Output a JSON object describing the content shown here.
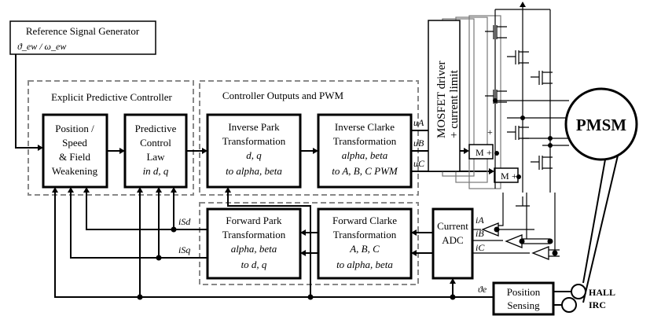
{
  "ref_gen": {
    "title": "Reference Signal Generator",
    "signals": "ϑ_ew / ω_ew"
  },
  "group_controller": "Explicit Predictive Controller",
  "group_outputs": "Controller Outputs and PWM",
  "block_position": [
    "Position /",
    "Speed",
    "& Field",
    "Weakening"
  ],
  "block_predictive": [
    "Predictive",
    "Control",
    "Law",
    "in d, q"
  ],
  "block_inv_park": [
    "Inverse Park",
    "Transformation",
    "d, q",
    "to  alpha, beta"
  ],
  "block_inv_clarke": [
    "Inverse Clarke",
    "Transformation",
    "alpha, beta",
    "to A, B, C  PWM"
  ],
  "block_fwd_park": [
    "Forward Park",
    "Transformation",
    "alpha, beta",
    "to  d, q"
  ],
  "block_fwd_clarke": [
    "Forward Clarke",
    "Transformation",
    "A, B, C",
    "to  alpha, beta"
  ],
  "block_adc": [
    "Current",
    "ADC"
  ],
  "block_pos_sensing": [
    "Position",
    "Sensing"
  ],
  "mosfet_label": [
    "MOSFET driver",
    "+ current limit"
  ],
  "motor_label": "PMSM",
  "sensor_labels": [
    "HALL",
    "IRC"
  ],
  "signal_labels": {
    "ua": "uA",
    "ub": "uB",
    "uc": "uC",
    "ia": "iA",
    "ib": "iB",
    "ic": "iC",
    "isd": "iSd",
    "isq": "iSq",
    "theta_e": "ϑe"
  },
  "driver_symbols": {
    "m": "M",
    "plus": "+"
  },
  "colors": {
    "line": "#000000",
    "group_border": "#888888",
    "background": "#ffffff"
  }
}
